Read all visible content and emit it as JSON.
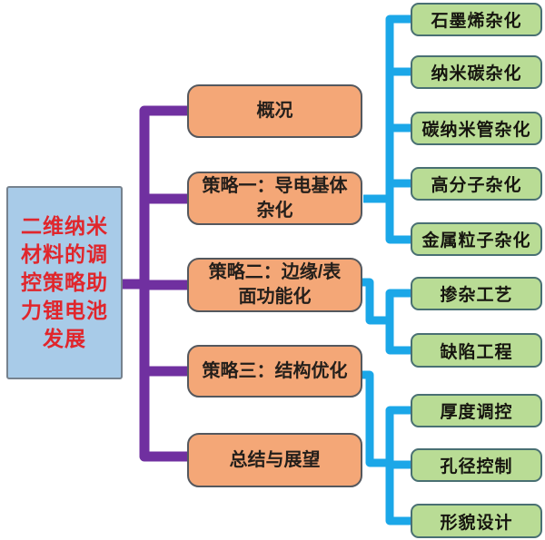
{
  "diagram": {
    "type": "mindmap",
    "root": {
      "label": "二维纳米\n材料的调\n控策略助\n力锂电池\n发展"
    },
    "branches": [
      {
        "label": "概况"
      },
      {
        "label": "策略一：导电基体\n杂化"
      },
      {
        "label": "策略二：边缘/表\n面功能化"
      },
      {
        "label": "策略三：结构优化"
      },
      {
        "label": "总结与展望"
      }
    ],
    "leaves": {
      "strategy1": [
        "石墨烯杂化",
        "纳米碳杂化",
        "碳纳米管杂化",
        "高分子杂化",
        "金属粒子杂化"
      ],
      "strategy2": [
        "掺杂工艺",
        "缺陷工程"
      ],
      "strategy3": [
        "厚度调控",
        "孔径控制",
        "形貌设计"
      ]
    },
    "colors": {
      "root_fill": "#a8cbe8",
      "root_border": "#76828e",
      "root_text": "#e0262c",
      "branch_fill": "#f4a777",
      "branch_border": "#54585e",
      "leaf_fill": "#b9dc95",
      "leaf_border": "#497073",
      "node_text": "#16150f",
      "purple_line": "#7030a0",
      "cyan_line": "#1ba7e8"
    }
  }
}
